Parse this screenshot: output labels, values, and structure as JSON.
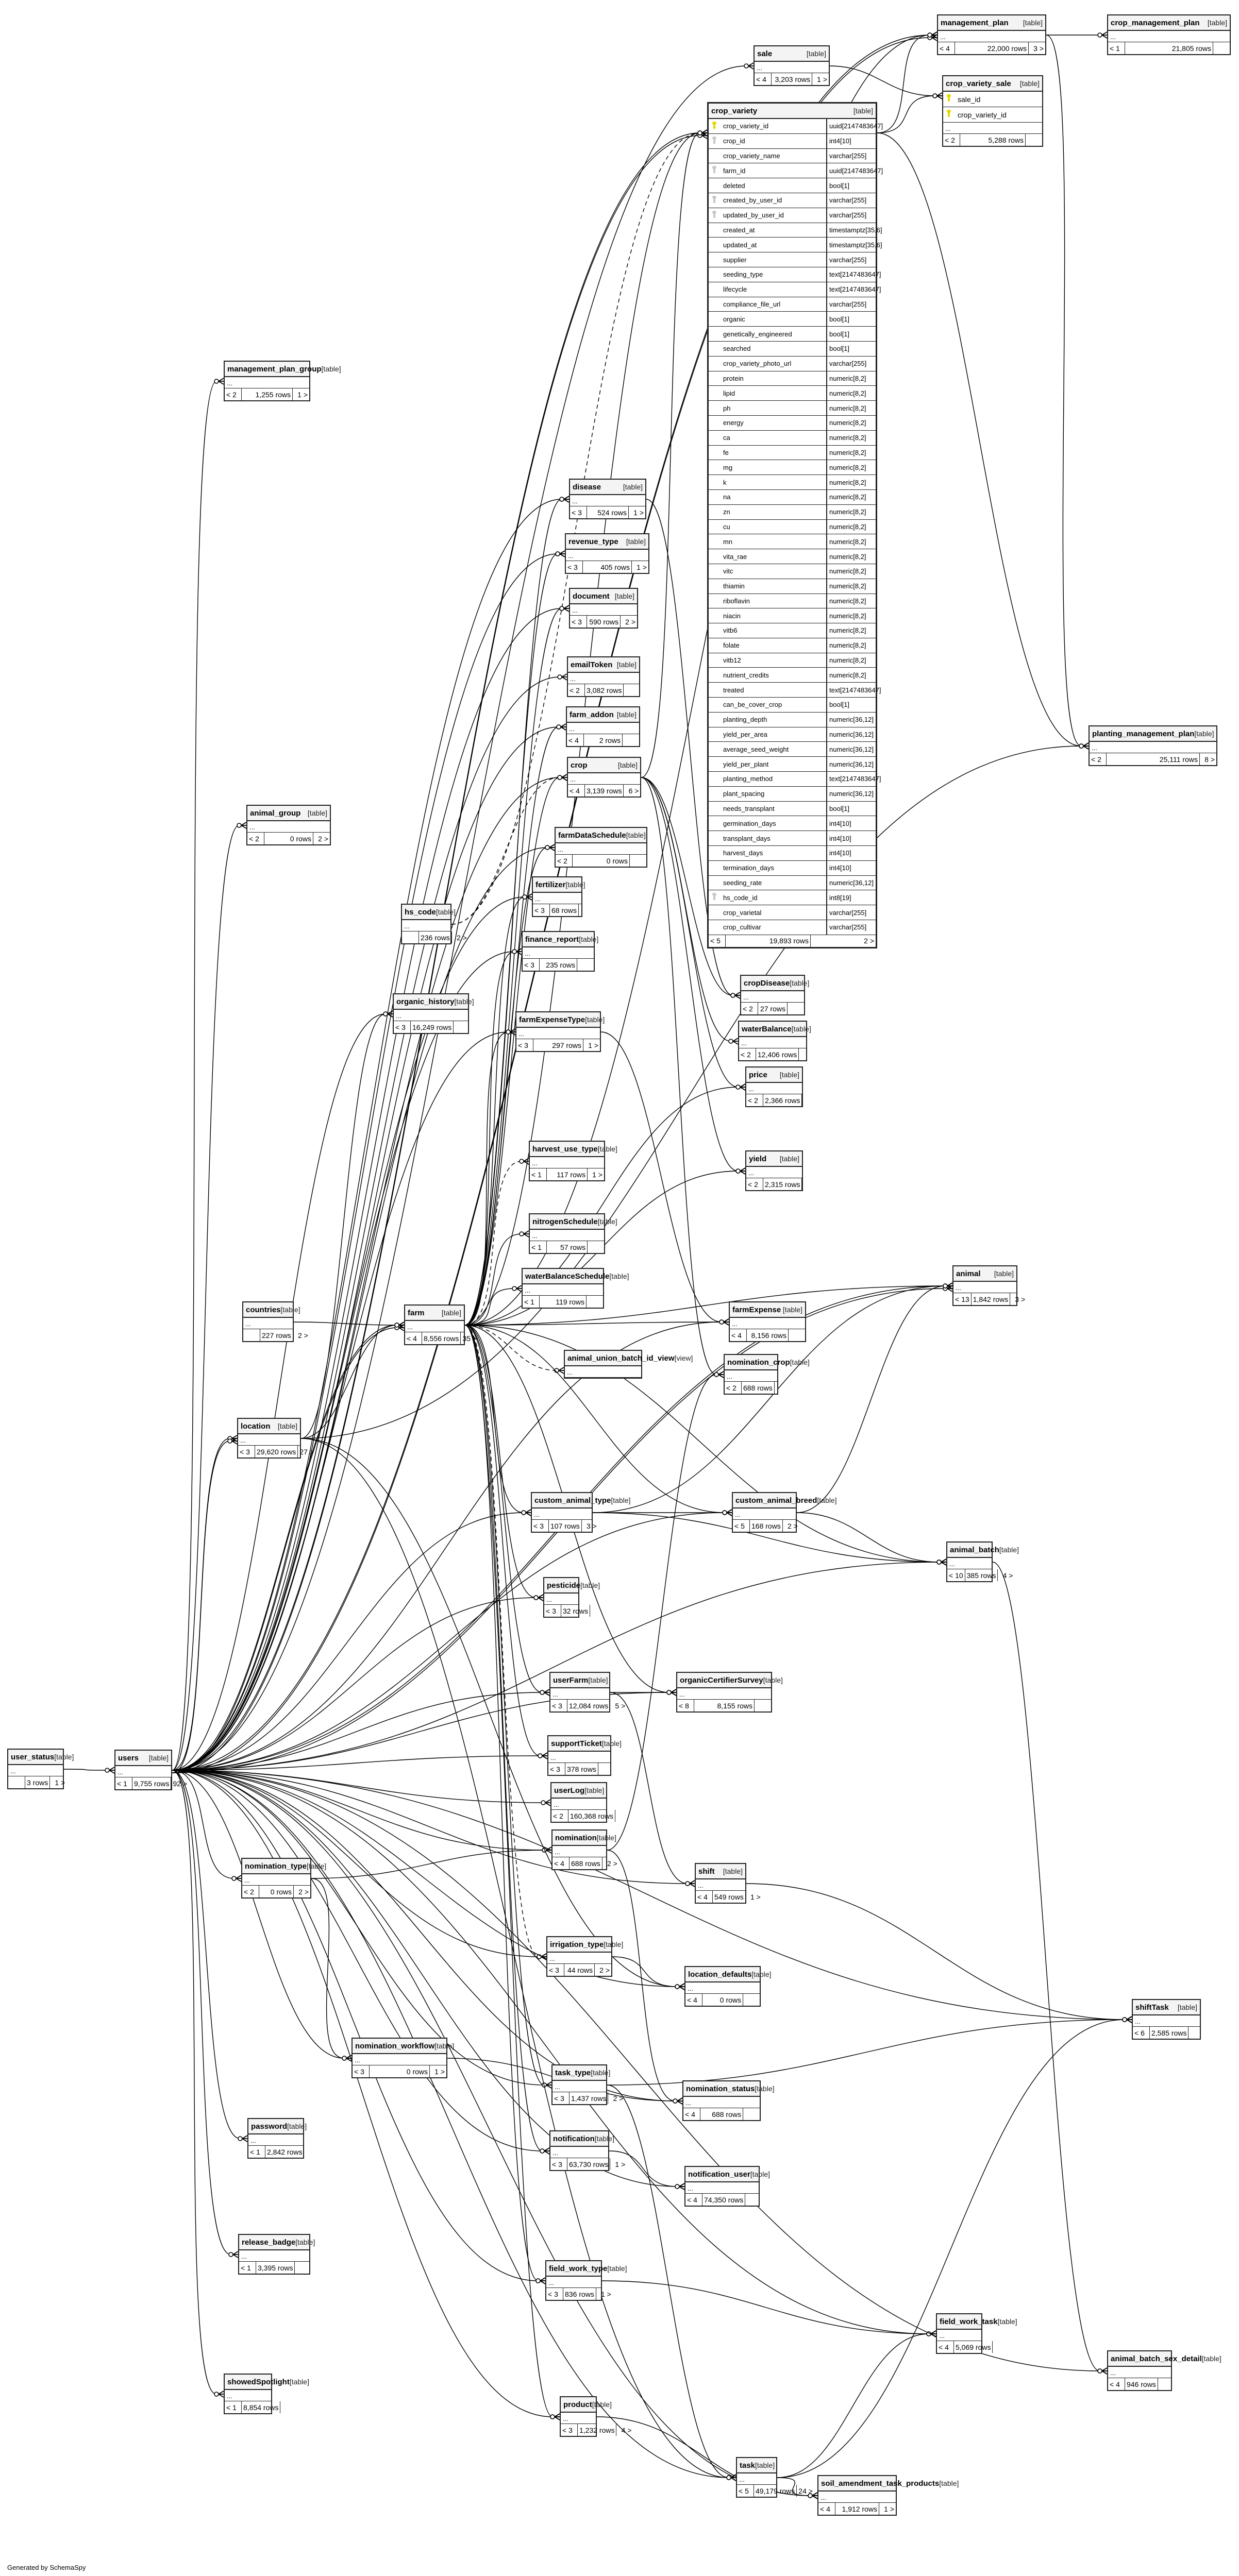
{
  "footer": "Generated by SchemaSpy",
  "ellipsis": "...",
  "tables": {
    "management_plan": {
      "name": "management_plan",
      "kind": "[table]",
      "parents": "< 4",
      "rows": "22,000 rows",
      "children": "3 >"
    },
    "crop_management_plan": {
      "name": "crop_management_plan",
      "kind": "[table]",
      "parents": "< 1",
      "rows": "21,805 rows",
      "children": ""
    },
    "sale": {
      "name": "sale",
      "kind": "[table]",
      "parents": "< 4",
      "rows": "3,203 rows",
      "children": "1 >"
    },
    "crop_variety_sale": {
      "name": "crop_variety_sale",
      "kind": "[table]",
      "fields": [
        "sale_id",
        "crop_variety_id"
      ],
      "parents": "< 2",
      "rows": "5,288 rows",
      "children": ""
    },
    "management_plan_group": {
      "name": "management_plan_group",
      "kind": "[table]",
      "parents": "< 2",
      "rows": "1,255 rows",
      "children": "1 >"
    },
    "disease": {
      "name": "disease",
      "kind": "[table]",
      "parents": "< 3",
      "rows": "524 rows",
      "children": "1 >"
    },
    "revenue_type": {
      "name": "revenue_type",
      "kind": "[table]",
      "parents": "< 3",
      "rows": "405 rows",
      "children": "1 >"
    },
    "document": {
      "name": "document",
      "kind": "[table]",
      "parents": "< 3",
      "rows": "590 rows",
      "children": "2 >"
    },
    "emailToken": {
      "name": "emailToken",
      "kind": "[table]",
      "parents": "< 2",
      "rows": "3,082 rows",
      "children": ""
    },
    "farm_addon": {
      "name": "farm_addon",
      "kind": "[table]",
      "parents": "< 4",
      "rows": "2 rows",
      "children": ""
    },
    "animal_group": {
      "name": "animal_group",
      "kind": "[table]",
      "parents": "< 2",
      "rows": "0 rows",
      "children": "2 >"
    },
    "crop": {
      "name": "crop",
      "kind": "[table]",
      "parents": "< 4",
      "rows": "3,139 rows",
      "children": "6 >"
    },
    "farmDataSchedule": {
      "name": "farmDataSchedule",
      "kind": "[table]",
      "parents": "< 2",
      "rows": "0 rows",
      "children": ""
    },
    "hs_code": {
      "name": "hs_code",
      "kind": "[table]",
      "parents": "",
      "rows": "236 rows",
      "children": "2 >"
    },
    "fertilizer": {
      "name": "fertilizer",
      "kind": "[table]",
      "parents": "< 3",
      "rows": "68 rows",
      "children": ""
    },
    "finance_report": {
      "name": "finance_report",
      "kind": "[table]",
      "parents": "< 3",
      "rows": "235 rows",
      "children": ""
    },
    "organic_history": {
      "name": "organic_history",
      "kind": "[table]",
      "parents": "< 3",
      "rows": "16,249 rows",
      "children": ""
    },
    "farmExpenseType": {
      "name": "farmExpenseType",
      "kind": "[table]",
      "parents": "< 3",
      "rows": "297 rows",
      "children": "1 >"
    },
    "cropDisease": {
      "name": "cropDisease",
      "kind": "[table]",
      "parents": "< 2",
      "rows": "27 rows",
      "children": ""
    },
    "waterBalance": {
      "name": "waterBalance",
      "kind": "[table]",
      "parents": "< 2",
      "rows": "12,406 rows",
      "children": ""
    },
    "price": {
      "name": "price",
      "kind": "[table]",
      "parents": "< 2",
      "rows": "2,366 rows",
      "children": ""
    },
    "harvest_use_type": {
      "name": "harvest_use_type",
      "kind": "[table]",
      "parents": "< 1",
      "rows": "117 rows",
      "children": "1 >"
    },
    "yield": {
      "name": "yield",
      "kind": "[table]",
      "parents": "< 2",
      "rows": "2,315 rows",
      "children": ""
    },
    "nitrogenSchedule": {
      "name": "nitrogenSchedule",
      "kind": "[table]",
      "parents": "< 1",
      "rows": "57 rows",
      "children": ""
    },
    "animal": {
      "name": "animal",
      "kind": "[table]",
      "parents": "< 13",
      "rows": "1,842 rows",
      "children": "3 >"
    },
    "waterBalanceSchedule": {
      "name": "waterBalanceSchedule",
      "kind": "[table]",
      "parents": "< 1",
      "rows": "119 rows",
      "children": ""
    },
    "countries": {
      "name": "countries",
      "kind": "[table]",
      "parents": "",
      "rows": "227 rows",
      "children": "2 >"
    },
    "farm": {
      "name": "farm",
      "kind": "[table]",
      "parents": "< 4",
      "rows": "8,556 rows",
      "children": "35 >"
    },
    "farmExpense": {
      "name": "farmExpense",
      "kind": "[table]",
      "parents": "< 4",
      "rows": "8,156 rows",
      "children": ""
    },
    "animal_union_batch_id_view": {
      "name": "animal_union_batch_id_view",
      "kind": "[view]"
    },
    "nomination_crop": {
      "name": "nomination_crop",
      "kind": "[table]",
      "parents": "< 2",
      "rows": "688 rows",
      "children": ""
    },
    "location": {
      "name": "location",
      "kind": "[table]",
      "parents": "< 3",
      "rows": "29,620 rows",
      "children": "27 >"
    },
    "custom_animal_type": {
      "name": "custom_animal_type",
      "kind": "[table]",
      "parents": "< 3",
      "rows": "107 rows",
      "children": "3 >"
    },
    "custom_animal_breed": {
      "name": "custom_animal_breed",
      "kind": "[table]",
      "parents": "< 5",
      "rows": "168 rows",
      "children": "2 >"
    },
    "animal_batch": {
      "name": "animal_batch",
      "kind": "[table]",
      "parents": "< 10",
      "rows": "385 rows",
      "children": "4 >"
    },
    "pesticide": {
      "name": "pesticide",
      "kind": "[table]",
      "parents": "< 3",
      "rows": "32 rows",
      "children": ""
    },
    "userFarm": {
      "name": "userFarm",
      "kind": "[table]",
      "parents": "< 3",
      "rows": "12,084 rows",
      "children": "5 >"
    },
    "organicCertifierSurvey": {
      "name": "organicCertifierSurvey",
      "kind": "[table]",
      "parents": "< 8",
      "rows": "8,155 rows",
      "children": ""
    },
    "user_status": {
      "name": "user_status",
      "kind": "[table]",
      "parents": "",
      "rows": "3 rows",
      "children": "1 >"
    },
    "users": {
      "name": "users",
      "kind": "[table]",
      "parents": "< 1",
      "rows": "9,755 rows",
      "children": "92 >"
    },
    "supportTicket": {
      "name": "supportTicket",
      "kind": "[table]",
      "parents": "< 3",
      "rows": "378 rows",
      "children": ""
    },
    "userLog": {
      "name": "userLog",
      "kind": "[table]",
      "parents": "< 2",
      "rows": "160,368 rows",
      "children": ""
    },
    "nomination": {
      "name": "nomination",
      "kind": "[table]",
      "parents": "< 4",
      "rows": "688 rows",
      "children": "2 >"
    },
    "nomination_type": {
      "name": "nomination_type",
      "kind": "[table]",
      "parents": "< 2",
      "rows": "0 rows",
      "children": "2 >"
    },
    "shift": {
      "name": "shift",
      "kind": "[table]",
      "parents": "< 4",
      "rows": "549 rows",
      "children": "1 >"
    },
    "irrigation_type": {
      "name": "irrigation_type",
      "kind": "[table]",
      "parents": "< 3",
      "rows": "44 rows",
      "children": "2 >"
    },
    "location_defaults": {
      "name": "location_defaults",
      "kind": "[table]",
      "parents": "< 4",
      "rows": "0 rows",
      "children": ""
    },
    "shiftTask": {
      "name": "shiftTask",
      "kind": "[table]",
      "parents": "< 6",
      "rows": "2,585 rows",
      "children": ""
    },
    "nomination_workflow": {
      "name": "nomination_workflow",
      "kind": "[table]",
      "parents": "< 3",
      "rows": "0 rows",
      "children": "1 >"
    },
    "task_type": {
      "name": "task_type",
      "kind": "[table]",
      "parents": "< 3",
      "rows": "1,437 rows",
      "children": "2 >"
    },
    "nomination_status": {
      "name": "nomination_status",
      "kind": "[table]",
      "parents": "< 4",
      "rows": "688 rows",
      "children": ""
    },
    "password": {
      "name": "password",
      "kind": "[table]",
      "parents": "< 1",
      "rows": "2,842 rows",
      "children": ""
    },
    "notification": {
      "name": "notification",
      "kind": "[table]",
      "parents": "< 3",
      "rows": "63,730 rows",
      "children": "1 >"
    },
    "notification_user": {
      "name": "notification_user",
      "kind": "[table]",
      "parents": "< 4",
      "rows": "74,350 rows",
      "children": ""
    },
    "release_badge": {
      "name": "release_badge",
      "kind": "[table]",
      "parents": "< 1",
      "rows": "3,395 rows",
      "children": ""
    },
    "field_work_type": {
      "name": "field_work_type",
      "kind": "[table]",
      "parents": "< 3",
      "rows": "836 rows",
      "children": "1 >"
    },
    "field_work_task": {
      "name": "field_work_task",
      "kind": "[table]",
      "parents": "< 4",
      "rows": "5,069 rows",
      "children": ""
    },
    "animal_batch_sex_detail": {
      "name": "animal_batch_sex_detail",
      "kind": "[table]",
      "parents": "< 4",
      "rows": "946 rows",
      "children": ""
    },
    "showedSpotlight": {
      "name": "showedSpotlight",
      "kind": "[table]",
      "parents": "< 1",
      "rows": "8,854 rows",
      "children": ""
    },
    "product": {
      "name": "product",
      "kind": "[table]",
      "parents": "< 3",
      "rows": "1,232 rows",
      "children": "4 >"
    },
    "task": {
      "name": "task",
      "kind": "[table]",
      "parents": "< 5",
      "rows": "49,179 rows",
      "children": "24 >"
    },
    "soil_amendment_task_products": {
      "name": "soil_amendment_task_products",
      "kind": "[table]",
      "parents": "< 4",
      "rows": "1,912 rows",
      "children": "1 >"
    },
    "planting_management_plan": {
      "name": "planting_management_plan",
      "kind": "[table]",
      "parents": "< 2",
      "rows": "25,111 rows",
      "children": "8 >"
    }
  },
  "crop_variety": {
    "name": "crop_variety",
    "kind": "[table]",
    "parents": "< 5",
    "rows": "19,893 rows",
    "children": "2 >",
    "columns": [
      {
        "name": "crop_variety_id",
        "type": "uuid[2147483647]",
        "key": "pk"
      },
      {
        "name": "crop_id",
        "type": "int4[10]",
        "key": "fk"
      },
      {
        "name": "crop_variety_name",
        "type": "varchar[255]",
        "key": ""
      },
      {
        "name": "farm_id",
        "type": "uuid[2147483647]",
        "key": "fk"
      },
      {
        "name": "deleted",
        "type": "bool[1]",
        "key": ""
      },
      {
        "name": "created_by_user_id",
        "type": "varchar[255]",
        "key": "fk"
      },
      {
        "name": "updated_by_user_id",
        "type": "varchar[255]",
        "key": "fk"
      },
      {
        "name": "created_at",
        "type": "timestamptz[35,6]",
        "key": ""
      },
      {
        "name": "updated_at",
        "type": "timestamptz[35,6]",
        "key": ""
      },
      {
        "name": "supplier",
        "type": "varchar[255]",
        "key": ""
      },
      {
        "name": "seeding_type",
        "type": "text[2147483647]",
        "key": ""
      },
      {
        "name": "lifecycle",
        "type": "text[2147483647]",
        "key": ""
      },
      {
        "name": "compliance_file_url",
        "type": "varchar[255]",
        "key": ""
      },
      {
        "name": "organic",
        "type": "bool[1]",
        "key": ""
      },
      {
        "name": "genetically_engineered",
        "type": "bool[1]",
        "key": ""
      },
      {
        "name": "searched",
        "type": "bool[1]",
        "key": ""
      },
      {
        "name": "crop_variety_photo_url",
        "type": "varchar[255]",
        "key": ""
      },
      {
        "name": "protein",
        "type": "numeric[8,2]",
        "key": ""
      },
      {
        "name": "lipid",
        "type": "numeric[8,2]",
        "key": ""
      },
      {
        "name": "ph",
        "type": "numeric[8,2]",
        "key": ""
      },
      {
        "name": "energy",
        "type": "numeric[8,2]",
        "key": ""
      },
      {
        "name": "ca",
        "type": "numeric[8,2]",
        "key": ""
      },
      {
        "name": "fe",
        "type": "numeric[8,2]",
        "key": ""
      },
      {
        "name": "mg",
        "type": "numeric[8,2]",
        "key": ""
      },
      {
        "name": "k",
        "type": "numeric[8,2]",
        "key": ""
      },
      {
        "name": "na",
        "type": "numeric[8,2]",
        "key": ""
      },
      {
        "name": "zn",
        "type": "numeric[8,2]",
        "key": ""
      },
      {
        "name": "cu",
        "type": "numeric[8,2]",
        "key": ""
      },
      {
        "name": "mn",
        "type": "numeric[8,2]",
        "key": ""
      },
      {
        "name": "vita_rae",
        "type": "numeric[8,2]",
        "key": ""
      },
      {
        "name": "vitc",
        "type": "numeric[8,2]",
        "key": ""
      },
      {
        "name": "thiamin",
        "type": "numeric[8,2]",
        "key": ""
      },
      {
        "name": "riboflavin",
        "type": "numeric[8,2]",
        "key": ""
      },
      {
        "name": "niacin",
        "type": "numeric[8,2]",
        "key": ""
      },
      {
        "name": "vitb6",
        "type": "numeric[8,2]",
        "key": ""
      },
      {
        "name": "folate",
        "type": "numeric[8,2]",
        "key": ""
      },
      {
        "name": "vitb12",
        "type": "numeric[8,2]",
        "key": ""
      },
      {
        "name": "nutrient_credits",
        "type": "numeric[8,2]",
        "key": ""
      },
      {
        "name": "treated",
        "type": "text[2147483647]",
        "key": ""
      },
      {
        "name": "can_be_cover_crop",
        "type": "bool[1]",
        "key": ""
      },
      {
        "name": "planting_depth",
        "type": "numeric[36,12]",
        "key": ""
      },
      {
        "name": "yield_per_area",
        "type": "numeric[36,12]",
        "key": ""
      },
      {
        "name": "average_seed_weight",
        "type": "numeric[36,12]",
        "key": ""
      },
      {
        "name": "yield_per_plant",
        "type": "numeric[36,12]",
        "key": ""
      },
      {
        "name": "planting_method",
        "type": "text[2147483647]",
        "key": ""
      },
      {
        "name": "plant_spacing",
        "type": "numeric[36,12]",
        "key": ""
      },
      {
        "name": "needs_transplant",
        "type": "bool[1]",
        "key": ""
      },
      {
        "name": "germination_days",
        "type": "int4[10]",
        "key": ""
      },
      {
        "name": "transplant_days",
        "type": "int4[10]",
        "key": ""
      },
      {
        "name": "harvest_days",
        "type": "int4[10]",
        "key": ""
      },
      {
        "name": "termination_days",
        "type": "int4[10]",
        "key": ""
      },
      {
        "name": "seeding_rate",
        "type": "numeric[36,12]",
        "key": ""
      },
      {
        "name": "hs_code_id",
        "type": "int8[19]",
        "key": "fk"
      },
      {
        "name": "crop_varietal",
        "type": "varchar[255]",
        "key": ""
      },
      {
        "name": "crop_cultivar",
        "type": "varchar[255]",
        "key": ""
      }
    ]
  }
}
